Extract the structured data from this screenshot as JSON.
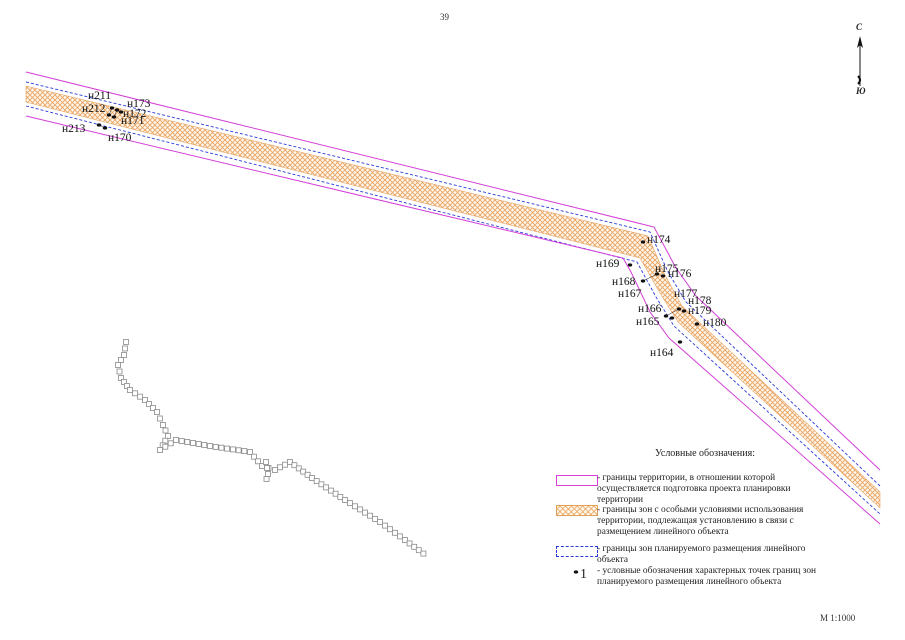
{
  "page_number": "39",
  "scale": "М 1:1000",
  "compass": {
    "north": "С",
    "south": "Ю"
  },
  "colors": {
    "territory": "#d43fd8",
    "special_zone": "#e9a565",
    "placement_zone": "#2b3ad8",
    "survey_path": "#8a8a8a"
  },
  "points": [
    "н211",
    "н212",
    "н173",
    "н172",
    "н171",
    "н213",
    "н170",
    "н174",
    "н169",
    "н175",
    "н176",
    "н168",
    "н167",
    "н177",
    "н178",
    "н166",
    "н179",
    "н165",
    "н180",
    "н164"
  ],
  "legend": {
    "title": "Условные обозначения:",
    "items": [
      {
        "id": "territory",
        "text": "- границы территории, в отношении которой осуществляется подготовка проекта планировки территории"
      },
      {
        "id": "special_zone",
        "text": "- границы зон с особыми условиями использования территории, подлежащая установлению в связи с размещением линейного объекта"
      },
      {
        "id": "placement_zone",
        "text": "- границы зон планируемого размещения линейного объекта"
      },
      {
        "id": "point",
        "symbol": "1",
        "text": "- условные обозначения характерных точек границ зон планируемого размещения линейного объекта"
      }
    ]
  }
}
